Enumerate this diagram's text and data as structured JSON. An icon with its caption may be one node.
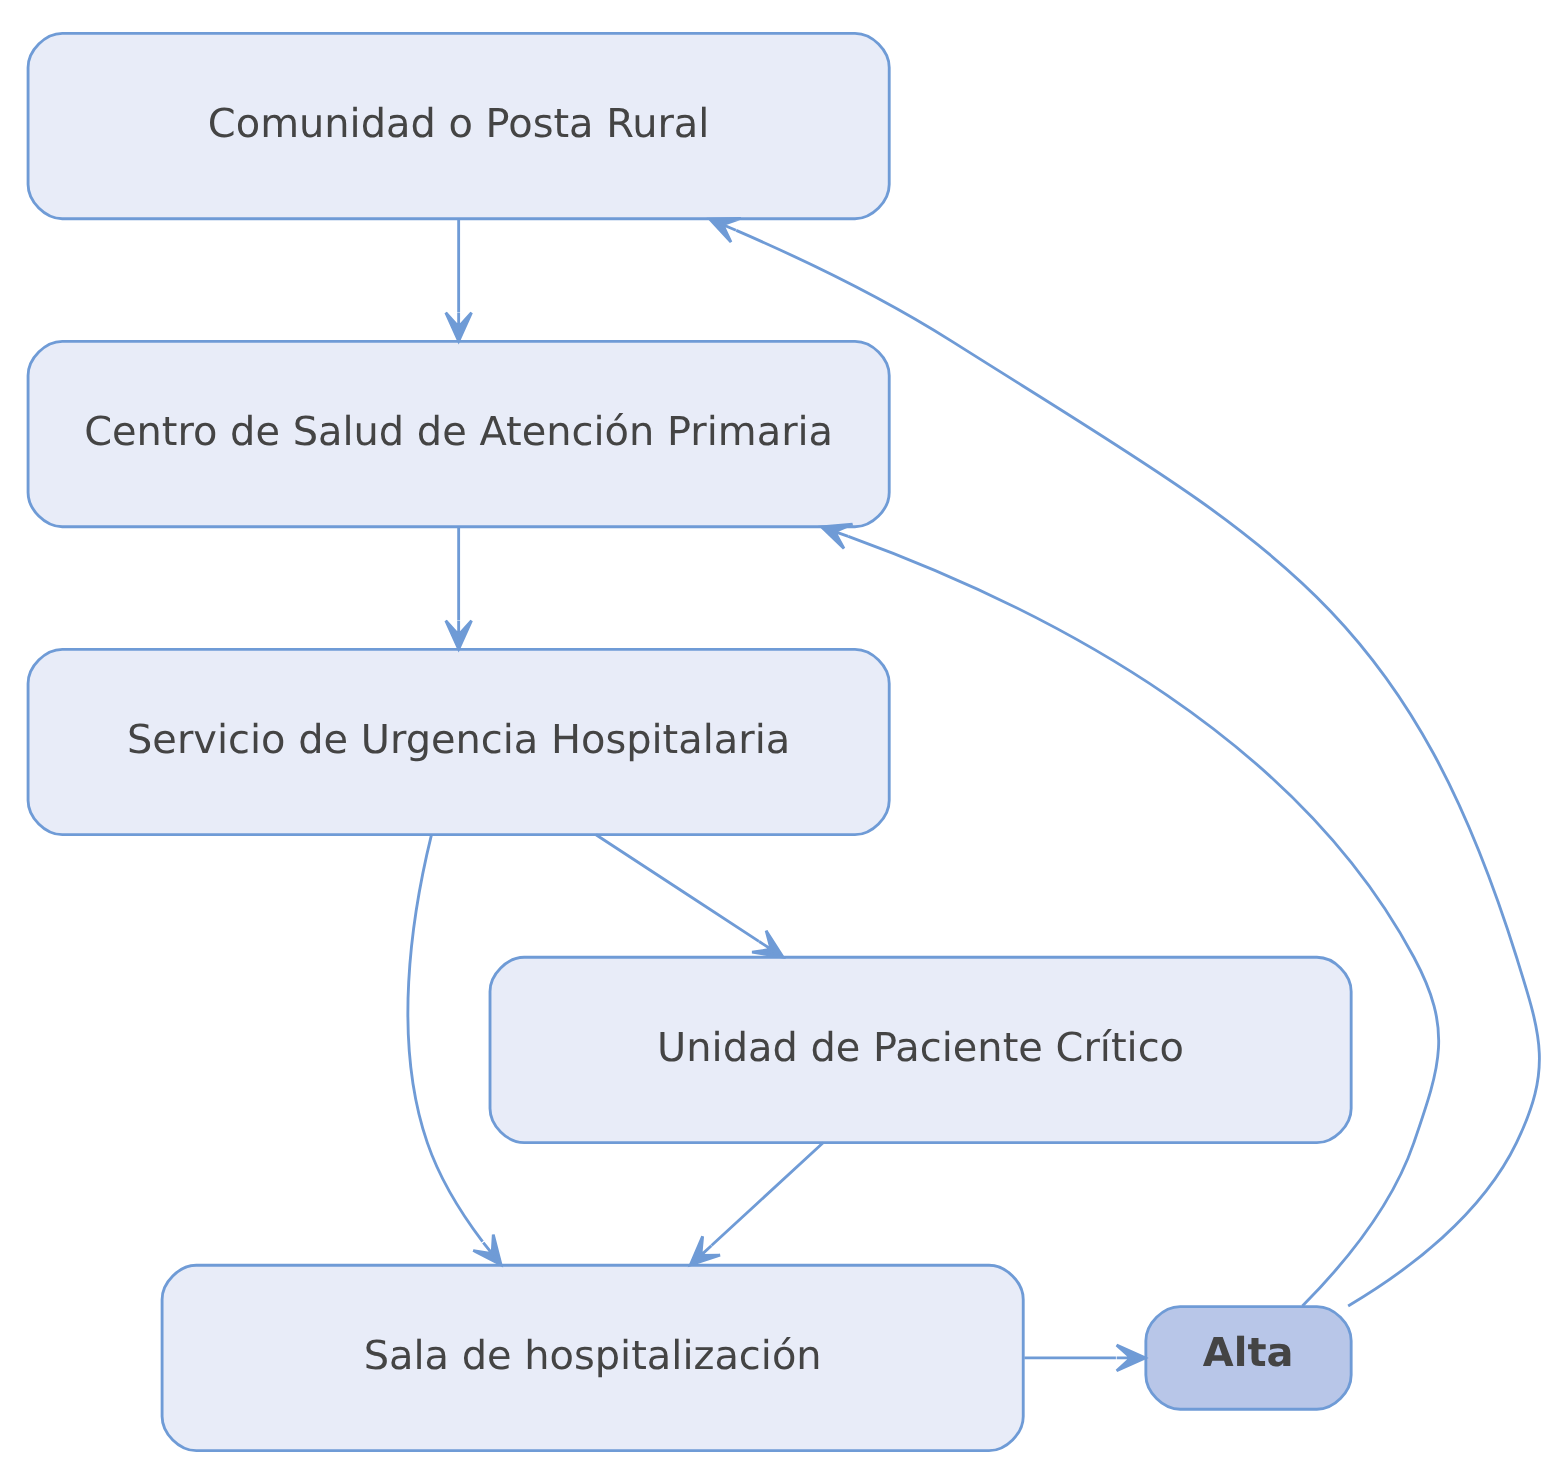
{
  "diagram": {
    "nodes": [
      {
        "text": [
          "Comunidad o Posta Rural"
        ]
      },
      {
        "text": [
          "Centro de Salud de Atención Primaria"
        ]
      },
      {
        "text": [
          "Servicio de Urgencia Hospitalaria"
        ]
      },
      {
        "text": [
          "Sala de hospitalización"
        ]
      },
      {
        "text": [
          "Alta"
        ]
      },
      {
        "text": [
          "Unidad de Paciente Crítico"
        ]
      }
    ],
    "edges": [
      {
        "from": 0,
        "to": 1,
        "arrow": "to"
      },
      {
        "from": 1,
        "to": 2,
        "arrow": "to"
      },
      {
        "from": 2,
        "to": 3,
        "arrow": "to"
      },
      {
        "from": 2,
        "to": 5,
        "arrow": "to"
      },
      {
        "from": 5,
        "to": 3,
        "arrow": "to"
      },
      {
        "from": 3,
        "to": 4,
        "arrow": "to"
      },
      {
        "from": 4,
        "to": 0,
        "arrow": "to"
      },
      {
        "from": 4,
        "to": 1,
        "arrow": "to"
      }
    ]
  }
}
